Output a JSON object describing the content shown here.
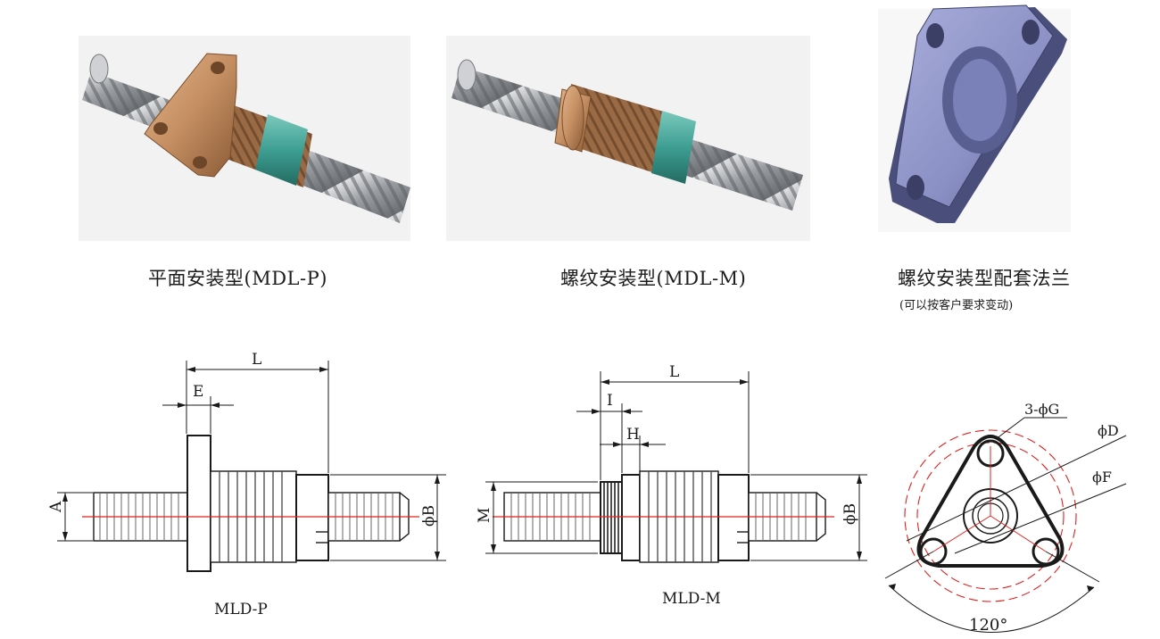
{
  "products": [
    {
      "caption": "平面安装型(MDL-P)"
    },
    {
      "caption": "螺纹安装型(MDL-M)"
    },
    {
      "caption": "螺纹安装型配套法兰",
      "note": "(可以按客户要求变动)"
    }
  ],
  "drawings": {
    "mld_p": {
      "name": "MLD-P",
      "dim_L": "L",
      "dim_E": "E",
      "dim_A": "A",
      "dim_B": "ϕB"
    },
    "mld_m": {
      "name": "MLD-M",
      "dim_L": "L",
      "dim_I": "I",
      "dim_H": "H",
      "dim_M": "M",
      "dim_B": "ϕB"
    },
    "flange": {
      "holes": "3-ϕG",
      "dim_D": "ϕD",
      "dim_F": "ϕF",
      "angle": "120°"
    }
  },
  "colors": {
    "bronze": "#c48e62",
    "teal": "#3e9e92",
    "steel": "#8f9296",
    "flange_blue": "#8a90c4",
    "centerline": "#e02020"
  }
}
